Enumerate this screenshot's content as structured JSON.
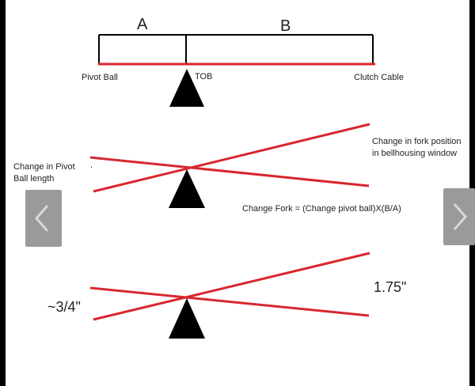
{
  "labels": {
    "A": "A",
    "B": "B",
    "pivot_ball": "Pivot Ball",
    "tob": "TOB",
    "clutch_cable": "Clutch Cable",
    "change_fork_line1": "Change in fork position",
    "change_fork_line2": "in bellhousing window",
    "change_pivot_line1": "Change in Pivot",
    "change_pivot_line2": "Ball length",
    "stray_mark": ".",
    "formula": "Change Fork = (Change pivot ball)X(B/A)",
    "left_value": "~3/4\"",
    "right_value": "1.75\""
  },
  "navigation": {
    "prev_icon": "chevron-left-icon",
    "next_icon": "chevron-right-icon"
  },
  "colors": {
    "page_bg": "#ffffff",
    "frame_bg": "#000000",
    "lever": "#d9262e",
    "dimension": "#000000",
    "fulcrum": "#000000",
    "nav_bg": "#9a9a9a",
    "nav_icon": "#d8d8d8"
  }
}
